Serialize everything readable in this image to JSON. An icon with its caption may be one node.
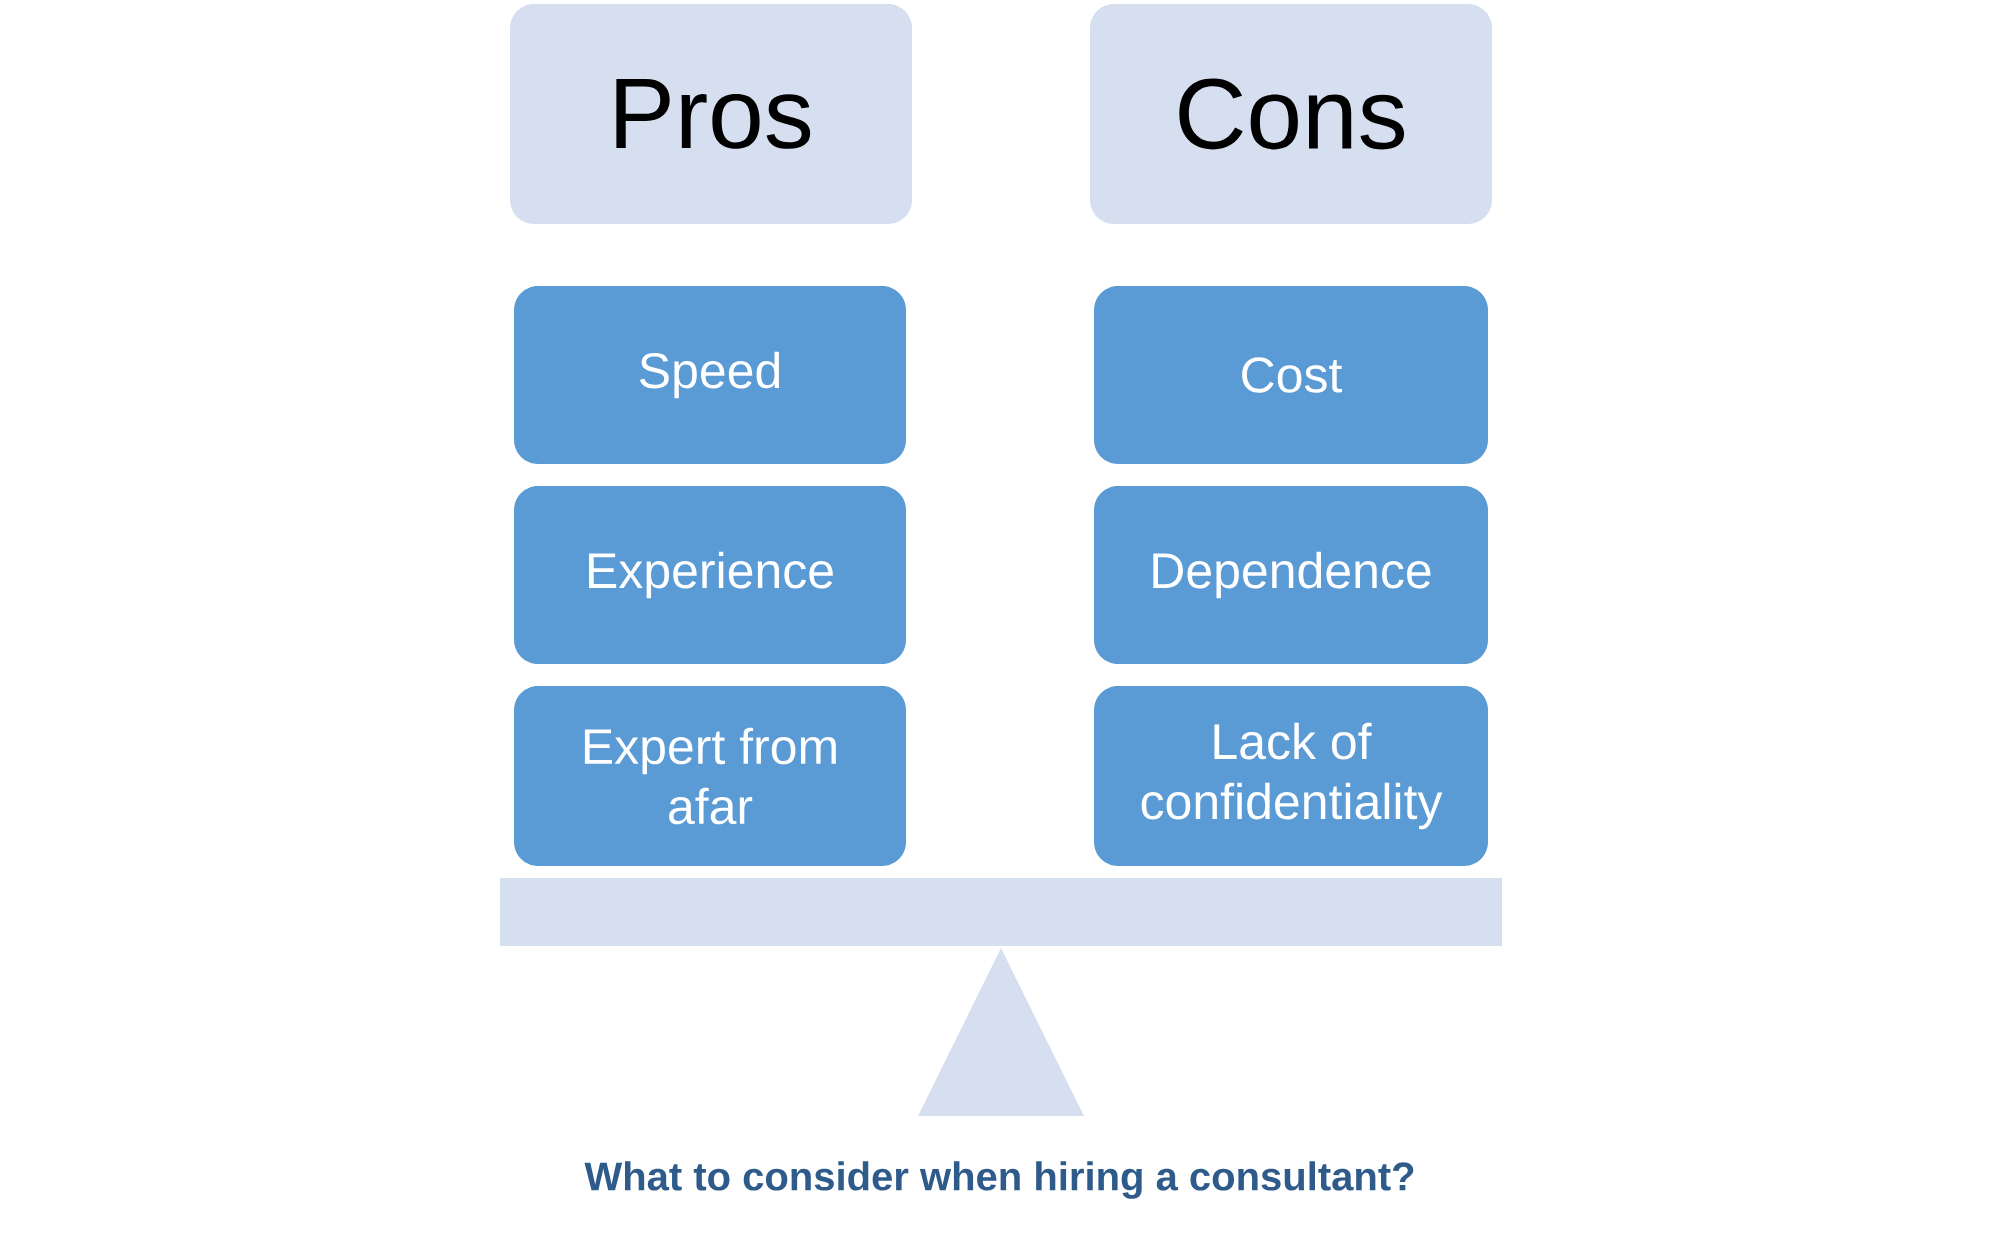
{
  "diagram": {
    "caption": "What to consider when hiring a consultant?",
    "nodes": [
      {
        "text": [
          "Pros"
        ]
      },
      {
        "text": [
          "Cons"
        ]
      },
      {
        "text": [
          "Speed"
        ]
      },
      {
        "text": [
          "Experience"
        ]
      },
      {
        "text": [
          "Expert from afar"
        ]
      },
      {
        "text": [
          "Cost"
        ]
      },
      {
        "text": [
          "Dependence"
        ]
      },
      {
        "text": [
          "Lack of confidentiality"
        ]
      },
      {
        "text": [],
        "shape": "bar"
      },
      {
        "text": [],
        "shape": "triangle"
      }
    ]
  }
}
